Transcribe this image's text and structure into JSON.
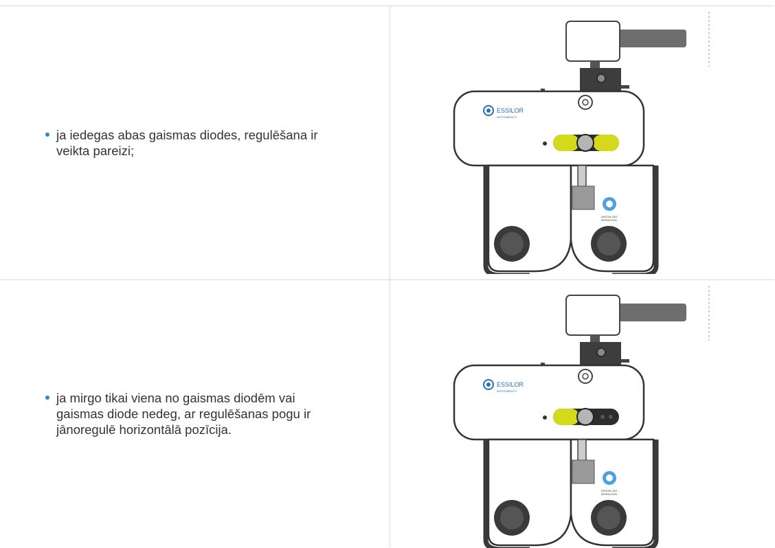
{
  "rows": [
    {
      "text": "ja iedegas abas gaismas diodes, regulēšana ir veikta pareizi;",
      "image": {
        "brand": "ESSILOR",
        "brand_sub": "INSTRUMENTS",
        "badge": "DIGITAL DIO",
        "badge_sub": "REFRACTION",
        "leds_on": "both"
      }
    },
    {
      "text": "ja mirgo tikai viena no gaismas diodēm vai gaismas diode nedeg, ar regulēšanas pogu ir jānoregulē horizontālā pozīcija.",
      "image": {
        "brand": "ESSILOR",
        "brand_sub": "INSTRUMENTS",
        "badge": "DIGITAL DIO",
        "badge_sub": "REFRACTION",
        "leds_on": "left"
      }
    }
  ],
  "colors": {
    "bullet": "#2a8ad2",
    "led_glow": "#e8ec1a",
    "border": "#d9d9d9",
    "text": "#333333"
  }
}
